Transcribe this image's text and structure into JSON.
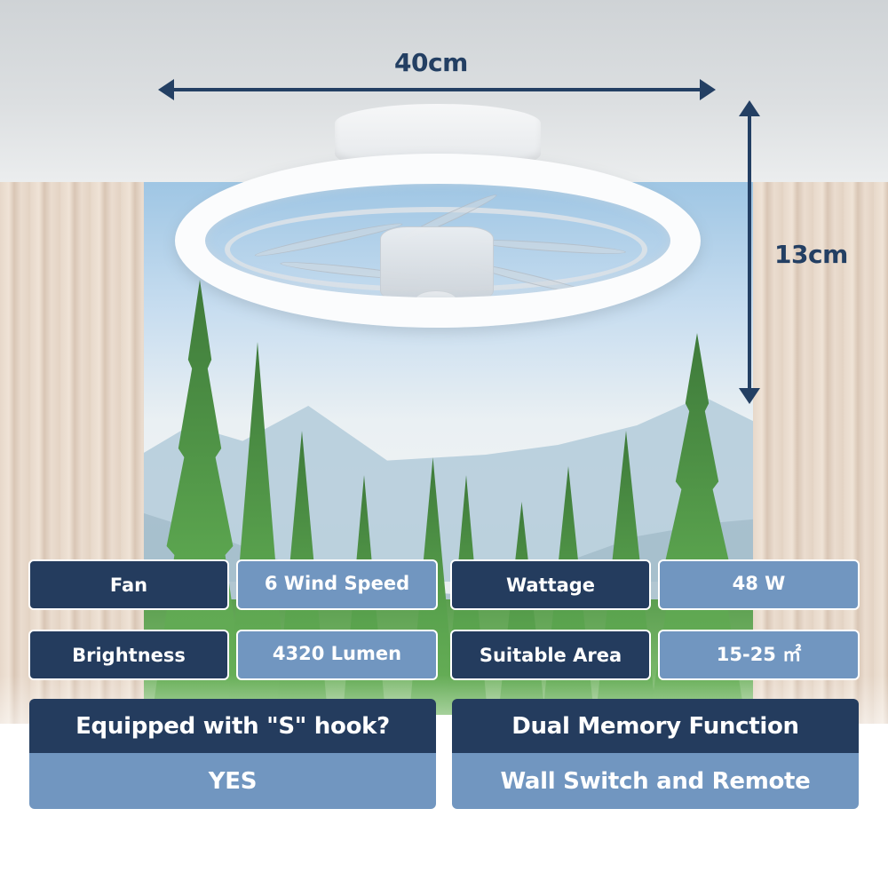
{
  "dimensions": {
    "width_label": "40cm",
    "height_label": "13cm",
    "arrow_color": "#233f63"
  },
  "specs": [
    {
      "label": "Fan",
      "value": "6 Wind Speed"
    },
    {
      "label": "Wattage",
      "value": "48 W"
    },
    {
      "label": "Brightness",
      "value": "4320 Lumen"
    },
    {
      "label": "Suitable Area",
      "value": "15-25 ㎡"
    }
  ],
  "features": [
    {
      "question": "Equipped with \"S\" hook?",
      "answer": "YES"
    },
    {
      "question": "Dual Memory Function",
      "answer": "Wall Switch and Remote"
    }
  ],
  "colors": {
    "label_bg": "#243c5e",
    "value_bg": "#7196c0",
    "text": "#ffffff"
  }
}
